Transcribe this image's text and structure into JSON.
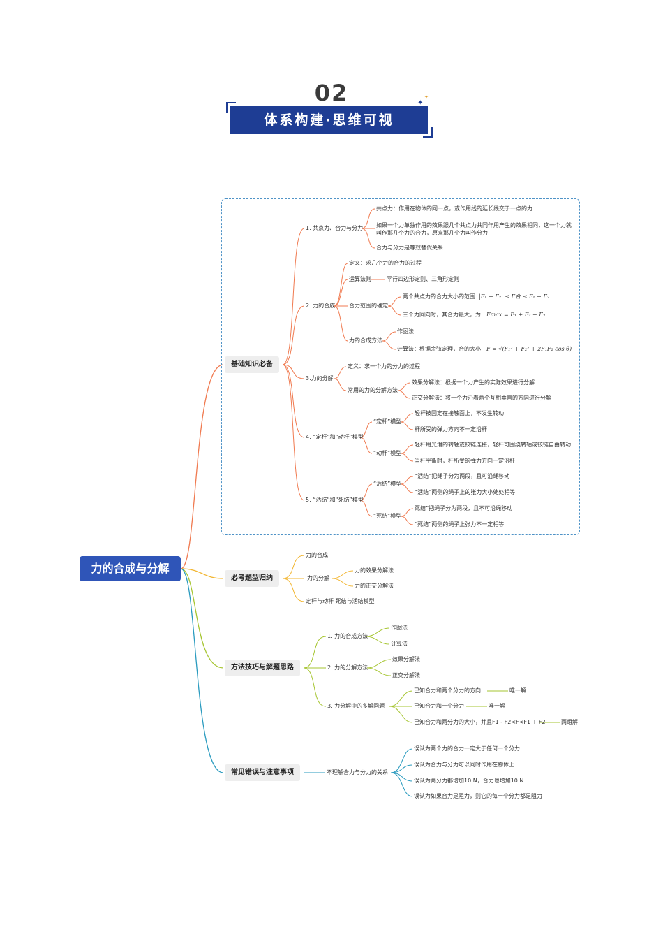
{
  "header": {
    "number": "02",
    "title": "体系构建·思维可视",
    "star_icon": "sparkle-icon"
  },
  "root": "力的合成与分解",
  "categories": {
    "c1": "基础知识必备",
    "c2": "必考题型归纳",
    "c3": "方法技巧与解题思路",
    "c4": "常见错误与注意事项"
  },
  "c1": {
    "s1": {
      "label": "1. 共点力、合力与分力",
      "leaf1": "共点力：作用在物体的同一点，或作用线的延长线交于一点的力",
      "leaf2": "如果一个力单独作用的效果跟几个共点力共同作用产生的效果相同，这一个力就叫作那几个力的合力，原来那几个力叫作分力",
      "leaf3": "合力与分力是等效替代关系"
    },
    "s2": {
      "label": "2. 力的合成",
      "def": "定义：求几个力的合力的过程",
      "rule": "运算法则",
      "rule_leaf": "平行四边形定则、三角形定则",
      "range": "合力范围的确定",
      "range_leaf1": "两个共点力的合力大小的范围",
      "range_leaf1_formula": "|F₁ − F₂| ≤ F合 ≤ F₁ + F₂",
      "range_leaf2": "三个力同向时，其合力最大，为",
      "range_leaf2_formula": "Fmax = F₁ + F₂ + F₃",
      "method": "力的合成方法",
      "method_leaf1": "作图法",
      "method_leaf2": "计算法：根据余弦定理，合的大小",
      "method_leaf2_formula": "F = √(F₁² + F₂² + 2F₁F₂ cos θ)"
    },
    "s3": {
      "label": "3.力的分解",
      "def": "定义：求一个力的分力的过程",
      "common": "常用的力的分解方法",
      "leaf1": "效果分解法：根据一个力产生的实际效果进行分解",
      "leaf2": "正交分解法：将一个力沿着两个互相垂直的方向进行分解"
    },
    "s4": {
      "label": "4. “定杆”和“动杆”模型",
      "m1": "“定杆”模型",
      "m1_leaf1": "轻杆被固定在接触面上，不发生转动",
      "m1_leaf2": "杆所受的弹力方向不一定沿杆",
      "m2": "“动杆”模型",
      "m2_leaf1": "轻杆用光滑的转轴或铰链连接，轻杆可围绕转轴或铰链自由转动",
      "m2_leaf2": "当杆平衡时，杆所受的弹力方向一定沿杆"
    },
    "s5": {
      "label": "5. “活结”和“死结”模型",
      "m1": "“活结”模型",
      "m1_leaf1": "“活结”把绳子分为两段，且可沿绳移动",
      "m1_leaf2": "“活结”两侧的绳子上的张力大小处处相等",
      "m2": "“死结”模型",
      "m2_leaf1": "死结”把绳子分为两段，且不可沿绳移动",
      "m2_leaf2": "“死结”两侧的绳子上张力不一定相等"
    }
  },
  "c2": {
    "i1": "力的合成",
    "i2": "力的分解",
    "i2_leaf1": "力的效果分解法",
    "i2_leaf2": "力的正交分解法",
    "i3": "定杆与动杆 死结与活结模型"
  },
  "c3": {
    "s1": "1. 力的合成方法",
    "s1_leaf1": "作图法",
    "s1_leaf2": "计算法",
    "s2": "2. 力的分解方法",
    "s2_leaf1": "效果分解法",
    "s2_leaf2": "正交分解法",
    "s3": "3. 力分解中的多解问题",
    "s3_leaf1": "已知合力和两个分力的方向",
    "s3_leaf1_r": "唯一解",
    "s3_leaf2": "已知合力和一个分力",
    "s3_leaf2_r": "唯一解",
    "s3_leaf3": "已知合力和两分力的大小，并且F1 - F2<F<F1 + F2",
    "s3_leaf3_r": "两组解"
  },
  "c4": {
    "s1": "不理解合力与分力的关系",
    "leaf1": "误认为两个力的合力一定大于任何一个分力",
    "leaf2": "误认为合力与分力可以同时作用在物体上",
    "leaf3": "误认为两分力都增加10 N，合力也增加10 N",
    "leaf4": "误认为如果合力是阻力，则它的每一个分力都是阻力"
  },
  "colors": {
    "banner": "#1e3d94",
    "root": "#2f55b8",
    "c1": "#f07a50",
    "c2": "#f2b632",
    "c3": "#a6c531",
    "c4": "#2a9bbf",
    "dash": "#4f93c7"
  }
}
